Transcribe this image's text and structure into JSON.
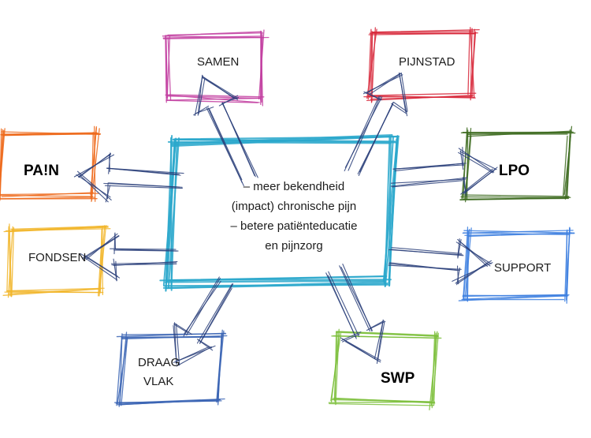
{
  "center": {
    "lines": [
      "– meer bekendheid",
      "(impact) chronische pijn",
      "– betere patiënteducatie",
      "en pijnzorg"
    ],
    "color": "#2aa8cc"
  },
  "nodes": {
    "samen": {
      "label": "SAMEN",
      "color": "#c23ea0"
    },
    "pijnstad": {
      "label": "PIJNSTAD",
      "color": "#d8283a"
    },
    "pain": {
      "label": "PA!N",
      "color": "#ee6a1c"
    },
    "lpo": {
      "label": "LPO",
      "color": "#3d6b1f"
    },
    "fondsen": {
      "label": "FONDSEN",
      "color": "#f2b62a"
    },
    "support": {
      "label": "SUPPORT",
      "color": "#3d7fe0"
    },
    "draagvlak": {
      "label_line1": "DRAAG",
      "label_line2": "VLAK",
      "color": "#3a64b4"
    },
    "swp": {
      "label": "SWP",
      "color": "#7cbf3a"
    }
  },
  "arrow_color": "#2a3f7a"
}
